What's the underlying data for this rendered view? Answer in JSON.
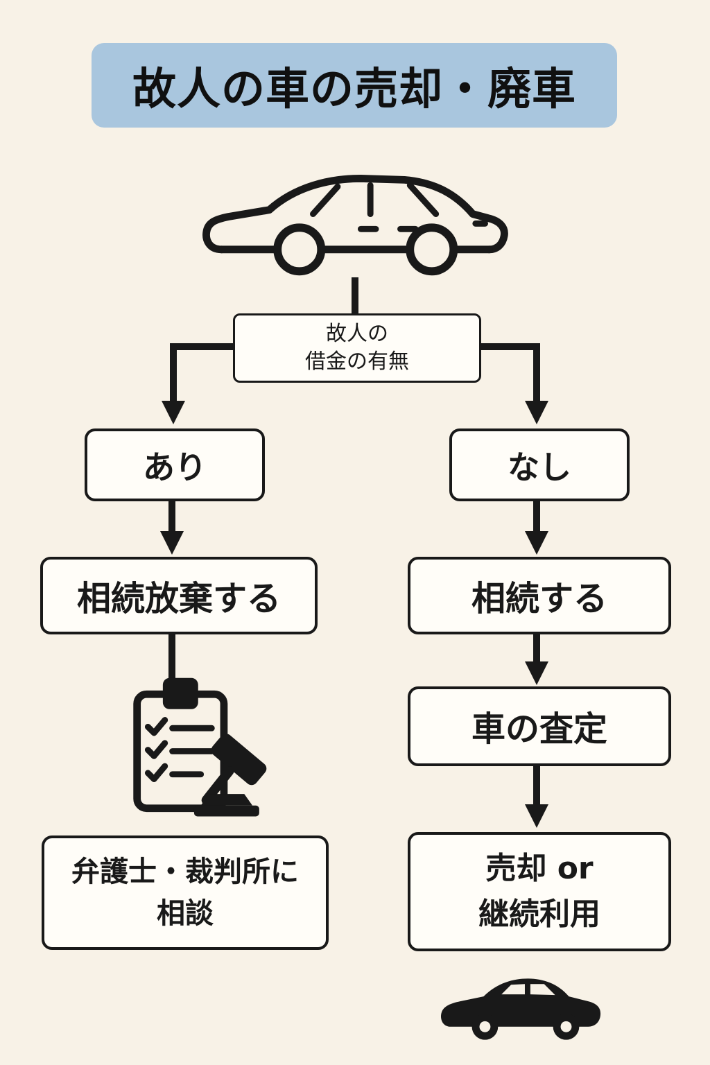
{
  "title": "故人の車の売却・廃車",
  "flow": {
    "decision": {
      "line1": "故人の",
      "line2": "借金の有無"
    },
    "left_branch": {
      "label": "あり",
      "step": "相続放棄する",
      "result_line1": "弁護士・裁判所に",
      "result_line2": "相談"
    },
    "right_branch": {
      "label": "なし",
      "step1": "相続する",
      "step2": "車の査定",
      "result_line1": "売却 or",
      "result_line2": "継続利用"
    }
  },
  "icons": {
    "top": "car-outline-icon",
    "left_branch": "clipboard-gavel-icon",
    "bottom_right": "car-silhouette-icon"
  },
  "colors": {
    "background": "#f8f2e7",
    "banner": "#a9c6de",
    "ink": "#191919",
    "box_fill": "#fffdf8"
  }
}
